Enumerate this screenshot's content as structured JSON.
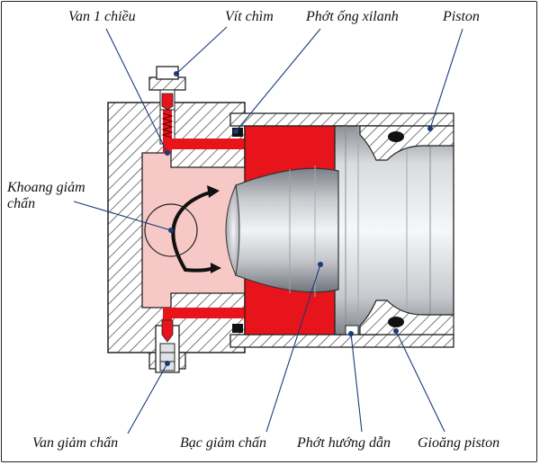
{
  "labels": {
    "van_1_chieu": "Van 1 chiều",
    "vit_chim": "Vít chìm",
    "phot_ong_xilanh": "Phớt ống xilanh",
    "piston": "Piston",
    "khoang_giam_chan": "Khoang giảm\nchấn",
    "van_giam_chan": "Van giảm chấn",
    "bac_giam_chan": "Bạc giảm chấn",
    "phot_huong_dan": "Phớt hướng dẫn",
    "gioang_piston": "Gioăng piston"
  },
  "colors": {
    "fluid_red": "#e8141c",
    "chamber_pink": "#f7c9c6",
    "hatch": "#333333",
    "leader_blue": "#1a3a7a",
    "steel": "#c9cbd0"
  }
}
